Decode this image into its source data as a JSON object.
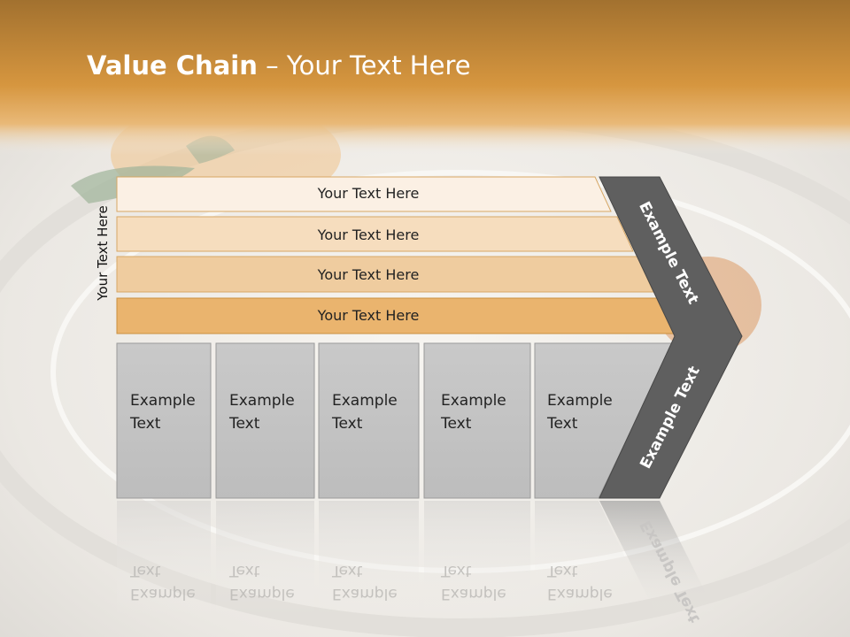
{
  "slide": {
    "title_bold": "Value Chain",
    "title_rest": " – Your Text Here",
    "side_label": "Your Text Here",
    "bars": [
      {
        "label": "Your Text Here",
        "color": "#fbf0e4"
      },
      {
        "label": "Your Text Here",
        "color": "#f6ddbe"
      },
      {
        "label": "Your Text Here",
        "color": "#efcc9f"
      },
      {
        "label": "Your Text Here",
        "color": "#eab46e"
      }
    ],
    "boxes": [
      {
        "line1": "Example",
        "line2": "Text"
      },
      {
        "line1": "Example",
        "line2": "Text"
      },
      {
        "line1": "Example",
        "line2": "Text"
      },
      {
        "line1": "Example",
        "line2": "Text"
      },
      {
        "line1": "Example",
        "line2": "Text"
      }
    ],
    "chevron_top_text": "Example Text",
    "chevron_bottom_text": "Example Text"
  },
  "colors": {
    "header_orange": "#d89a45",
    "chevron_gray": "#5f5f5f",
    "box_gray": "#c4c4c4"
  }
}
